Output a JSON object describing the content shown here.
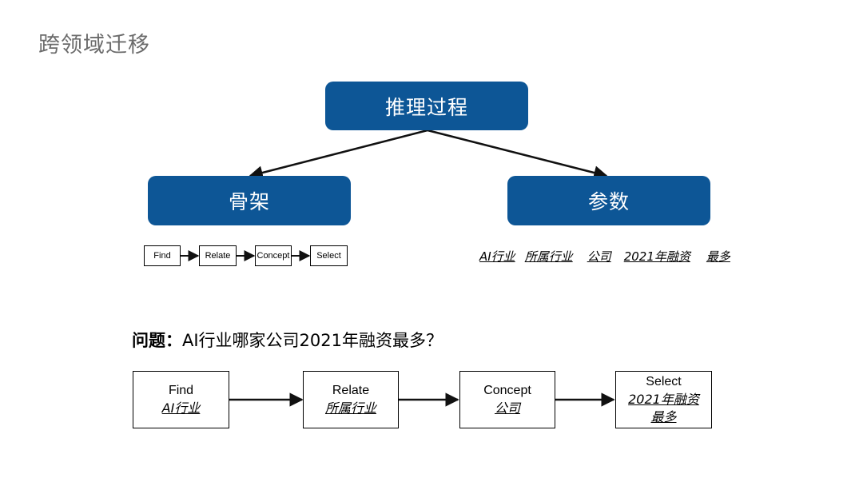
{
  "slide_title": "跨领域迁移",
  "colors": {
    "node_fill": "#0d5696",
    "line": "#111111",
    "title": "#6b6b6b"
  },
  "tree": {
    "root_label": "推理过程",
    "left_label": "骨架",
    "right_label": "参数"
  },
  "skeleton_steps": [
    "Find",
    "Relate",
    "Concept",
    "Select"
  ],
  "params": [
    "AI行业",
    "所属行业",
    "公司",
    "2021年融资",
    "最多"
  ],
  "question": {
    "label": "问题：",
    "text": "AI行业哪家公司2021年融资最多？"
  },
  "flow": [
    {
      "step": "Find",
      "term": "AI行业"
    },
    {
      "step": "Relate",
      "term": "所属行业"
    },
    {
      "step": "Concept",
      "term": "公司"
    },
    {
      "step": "Select",
      "term": "2021年融资",
      "term2": "最多"
    }
  ]
}
